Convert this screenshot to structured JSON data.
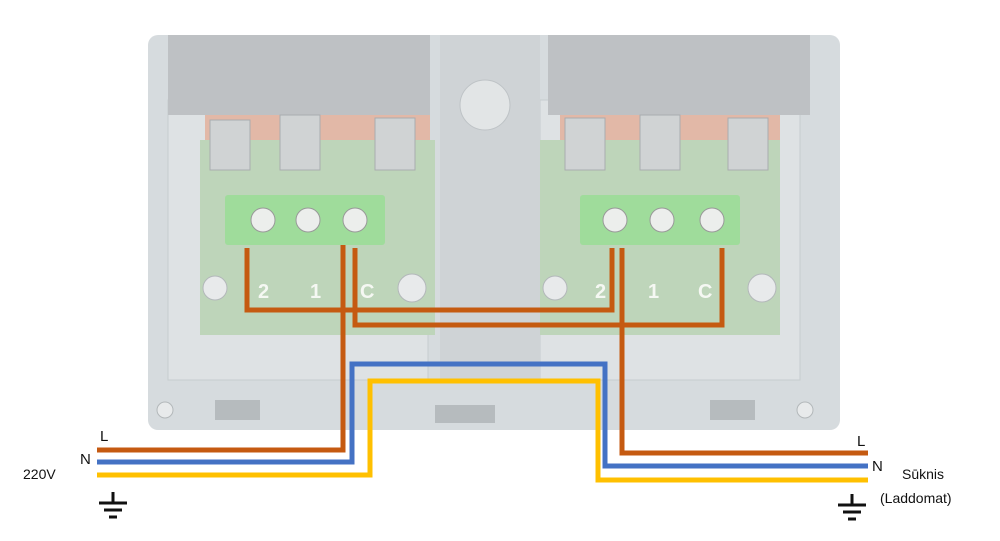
{
  "left_supply": {
    "voltage": "220V",
    "line_label": "L",
    "neutral_label": "N"
  },
  "right_load": {
    "name": "Sūknis",
    "model": "(Laddomat)",
    "line_label": "L",
    "neutral_label": "N"
  },
  "relay_left_terminals": [
    "2",
    "1",
    "C"
  ],
  "relay_right_terminals": [
    "2",
    "1",
    "C"
  ],
  "colors": {
    "line": "#c55a11",
    "neutral": "#4472c4",
    "earth": "#ffc000",
    "terminal_block": "#7fd07a",
    "housing": "#c9cfd3"
  },
  "icons": [
    "ground-icon-left",
    "ground-icon-right"
  ]
}
